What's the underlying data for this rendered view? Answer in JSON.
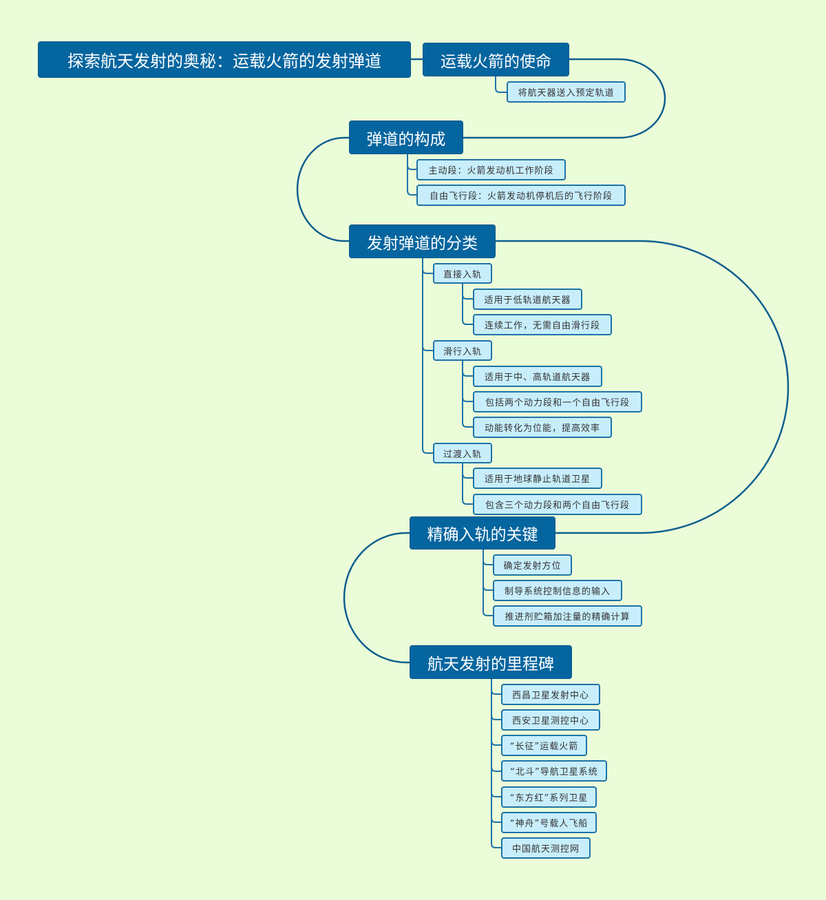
{
  "colors": {
    "background": "#ebfcd9",
    "main_node": "#05659f",
    "sub_node_fill": "#c8eefc",
    "sub_node_border": "#1c73a8",
    "connector": "#0e5f8f"
  },
  "root": {
    "label": "探索航天发射的奥秘：运载火箭的发射弹道"
  },
  "topics": [
    {
      "label": "运载火箭的使命",
      "children": [
        {
          "label": "将航天器送入预定轨道"
        }
      ]
    },
    {
      "label": "弹道的构成",
      "children": [
        {
          "label": "主动段：火箭发动机工作阶段"
        },
        {
          "label": "自由飞行段：火箭发动机停机后的飞行阶段"
        }
      ]
    },
    {
      "label": "发射弹道的分类",
      "children": [
        {
          "label": "直接入轨",
          "children": [
            {
              "label": "适用于低轨道航天器"
            },
            {
              "label": "连续工作，无需自由滑行段"
            }
          ]
        },
        {
          "label": "滑行入轨",
          "children": [
            {
              "label": "适用于中、高轨道航天器"
            },
            {
              "label": "包括两个动力段和一个自由飞行段"
            },
            {
              "label": "动能转化为位能，提高效率"
            }
          ]
        },
        {
          "label": "过渡入轨",
          "children": [
            {
              "label": "适用于地球静止轨道卫星"
            },
            {
              "label": "包含三个动力段和两个自由飞行段"
            }
          ]
        }
      ]
    },
    {
      "label": "精确入轨的关键",
      "children": [
        {
          "label": "确定发射方位"
        },
        {
          "label": "制导系统控制信息的输入"
        },
        {
          "label": "推进剂贮箱加注量的精确计算"
        }
      ]
    },
    {
      "label": "航天发射的里程碑",
      "children": [
        {
          "label": "西昌卫星发射中心"
        },
        {
          "label": "西安卫星测控中心"
        },
        {
          "label": "“长征”运载火箭"
        },
        {
          "label": "“北斗”导航卫星系统"
        },
        {
          "label": "“东方红”系列卫星"
        },
        {
          "label": "“神舟”号载人飞船"
        },
        {
          "label": "中国航天测控网"
        }
      ]
    }
  ]
}
